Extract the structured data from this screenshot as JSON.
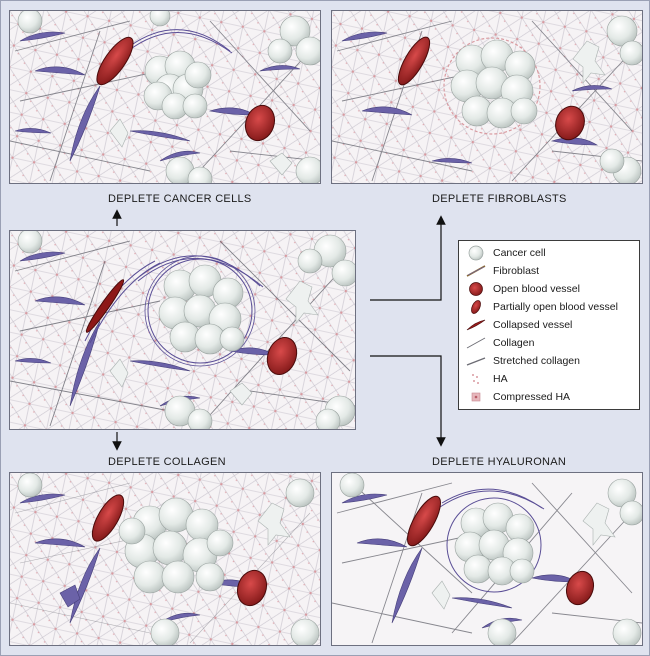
{
  "labels": {
    "deplete_cancer_cells": "DEPLETE CANCER CELLS",
    "deplete_fibroblasts": "DEPLETE FIBROBLASTS",
    "deplete_collagen": "DEPLETE COLLAGEN",
    "deplete_hyaluronan": "DEPLETE HYALURONAN"
  },
  "legend": {
    "items": [
      {
        "label": "Cancer cell",
        "icon": "cancer-cell-icon"
      },
      {
        "label": "Fibroblast",
        "icon": "fibroblast-icon"
      },
      {
        "label": "Open blood vessel",
        "icon": "open-vessel-icon"
      },
      {
        "label": "Partially open blood vessel",
        "icon": "partial-vessel-icon"
      },
      {
        "label": "Collapsed vessel",
        "icon": "collapsed-vessel-icon"
      },
      {
        "label": "Collagen",
        "icon": "collagen-icon"
      },
      {
        "label": "Stretched collagen",
        "icon": "stretched-collagen-icon"
      },
      {
        "label": "HA",
        "icon": "ha-icon"
      },
      {
        "label": "Compressed HA",
        "icon": "compressed-ha-icon"
      }
    ]
  },
  "colors": {
    "cancer_cell": "#dfe6e3",
    "fibroblast": "#6b62a8",
    "vessel_fill": "#b72a2a",
    "vessel_dark": "#7c1515",
    "collagen": "#6c6c74",
    "ha": "#d99aa0",
    "background": "#dfe3ef"
  }
}
